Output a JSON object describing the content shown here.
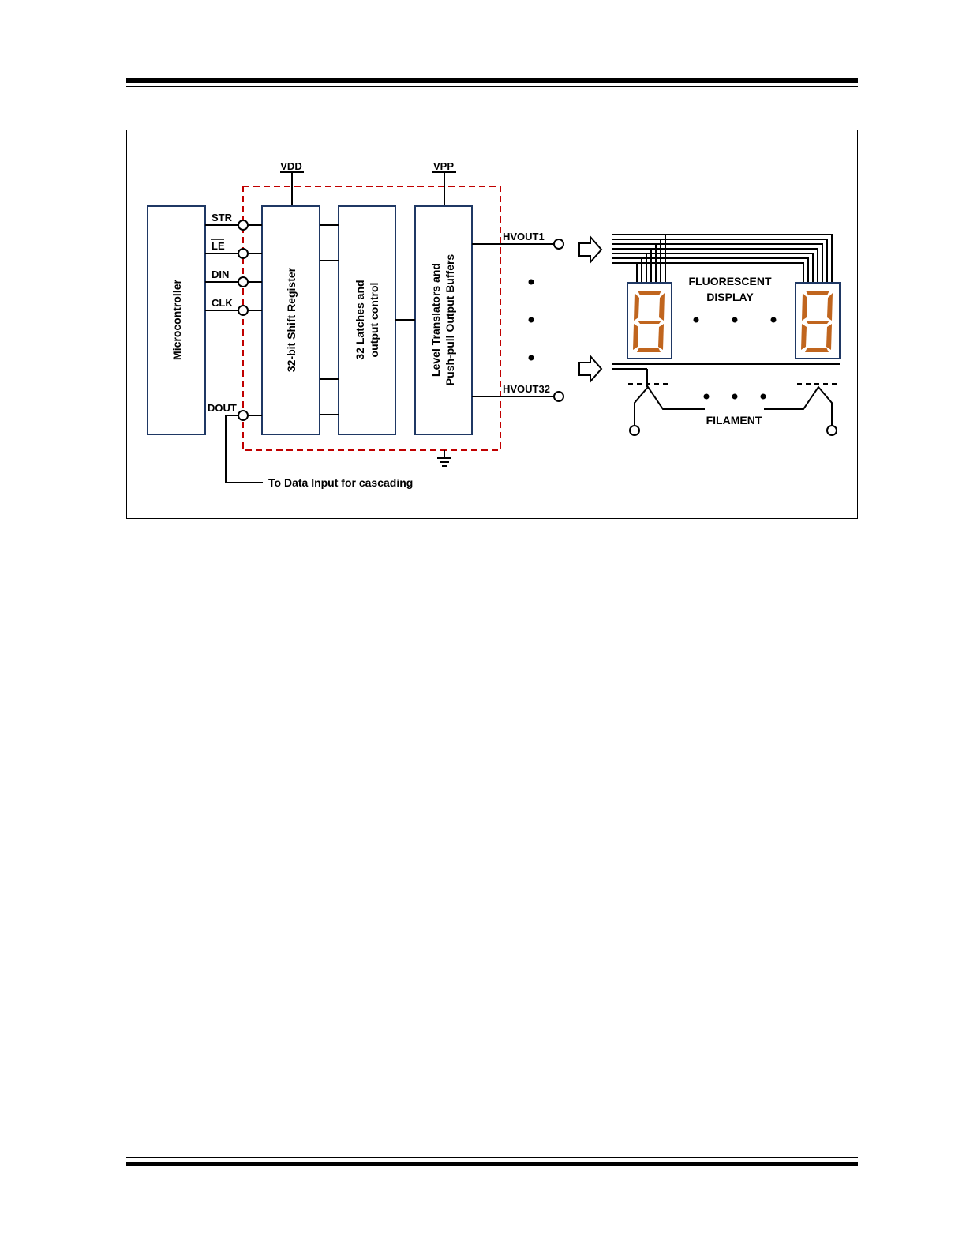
{
  "labels": {
    "vdd": "VDD",
    "vpp": "VPP",
    "str": "STR",
    "le": "LE",
    "din": "DIN",
    "clk": "CLK",
    "dout": "DOUT",
    "hvout1": "HVOUT1",
    "hvout32": "HVOUT32",
    "microcontroller": "Microcontroller",
    "shift_register": "32-bit Shift Register",
    "latches_line1": "32 Latches and",
    "latches_line2": "output control",
    "level_line1": "Level Translators and",
    "level_line2": "Push-pull Output Buffers",
    "fluorescent": "FLUORESCENT",
    "display": "DISPLAY",
    "filament": "FILAMENT",
    "cascade": "To Data Input for cascading"
  },
  "colors": {
    "block_border": "#1f3864",
    "dashed_boundary": "#c00000",
    "segment": "#c0651e",
    "line": "#000000"
  }
}
